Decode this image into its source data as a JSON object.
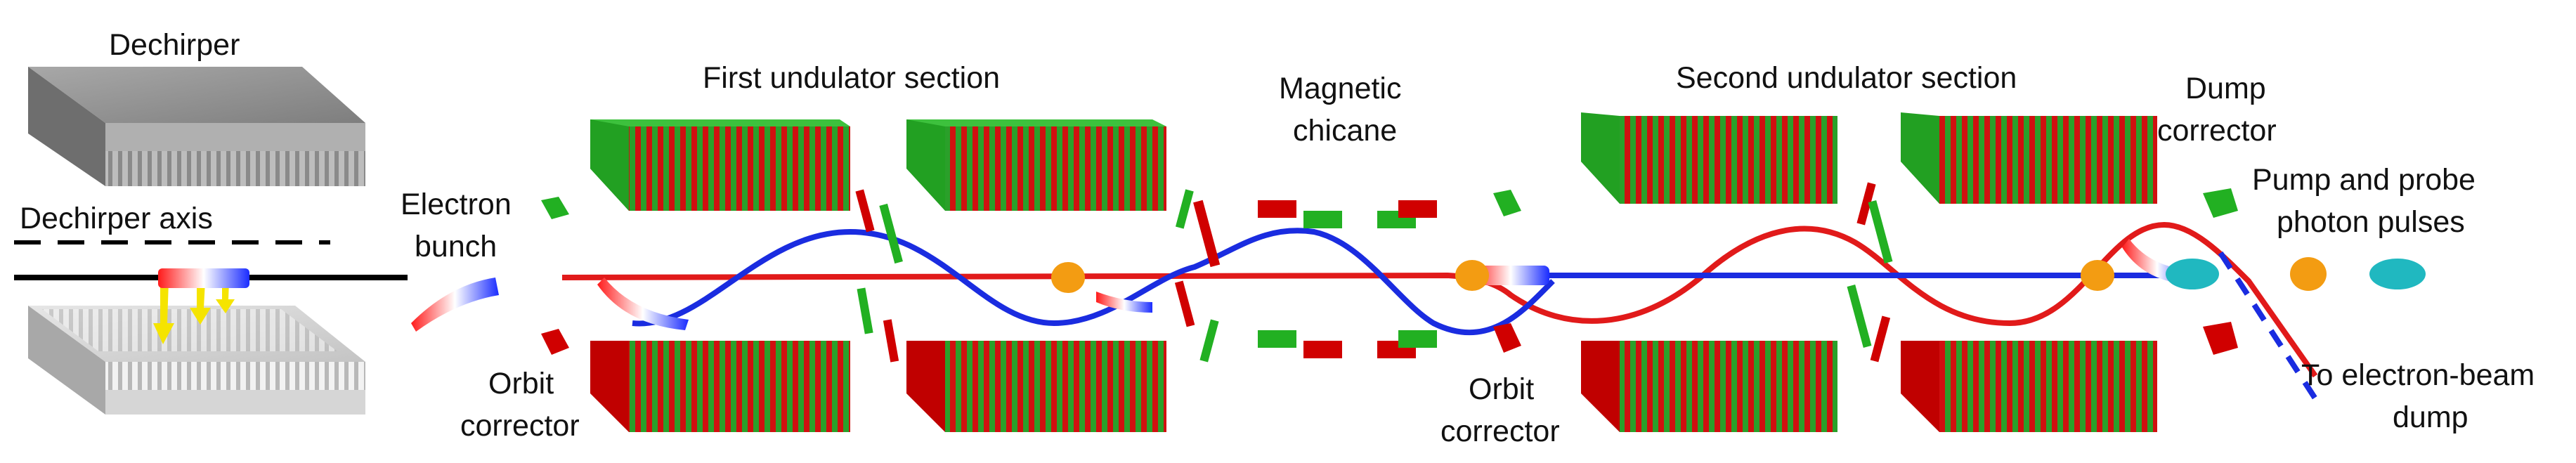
{
  "labels": {
    "dechirper": "Dechirper",
    "dechirper_axis": "Dechirper axis",
    "electron_bunch": [
      "Electron",
      "bunch"
    ],
    "first_undulator": "First undulator section",
    "magnetic_chicane": [
      "Magnetic",
      "chicane"
    ],
    "second_undulator": "Second undulator section",
    "dump_corrector": [
      "Dump",
      "corrector"
    ],
    "pump_probe": [
      "Pump and probe",
      "photon pulses"
    ],
    "orbit_corrector_1": [
      "Orbit",
      "corrector"
    ],
    "orbit_corrector_2": [
      "Orbit",
      "corrector"
    ],
    "to_dump": [
      "To electron-beam",
      "dump"
    ]
  },
  "colors": {
    "electron_beam": "#e11a1a",
    "photon_beam": "#1a2ce0",
    "undulator_green": "#22b022",
    "undulator_red": "#d00000",
    "pulse_orange": "#f39c12",
    "pulse_cyan": "#20b8c0",
    "dechirper_gray": "#9a9a9a"
  },
  "icons": {
    "dechirper": "dechirper-plates-icon",
    "undulator": "undulator-magnet-block-icon",
    "corrector": "corrector-magnet-icon",
    "bunch": "electron-bunch-icon",
    "pulse": "photon-pulse-icon"
  }
}
